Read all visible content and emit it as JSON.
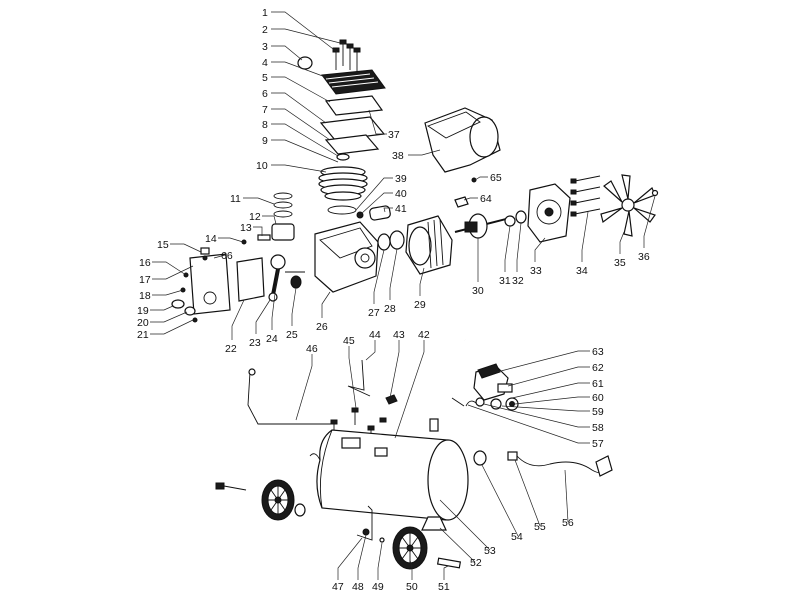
{
  "diagram": {
    "background": "#ffffff",
    "line_color": "#111111",
    "callouts": [
      "1",
      "2",
      "3",
      "4",
      "5",
      "6",
      "7",
      "8",
      "9",
      "10",
      "11",
      "12",
      "13",
      "14",
      "15",
      "16",
      "17",
      "18",
      "19",
      "20",
      "21",
      "22",
      "23",
      "24",
      "25",
      "26",
      "27",
      "28",
      "29",
      "30",
      "31",
      "32",
      "33",
      "34",
      "35",
      "36",
      "37",
      "38",
      "39",
      "40",
      "41",
      "42",
      "43",
      "44",
      "45",
      "46",
      "47",
      "48",
      "49",
      "50",
      "51",
      "52",
      "53",
      "54",
      "55",
      "56",
      "57",
      "58",
      "59",
      "60",
      "61",
      "62",
      "63",
      "64",
      "65",
      "66"
    ]
  }
}
